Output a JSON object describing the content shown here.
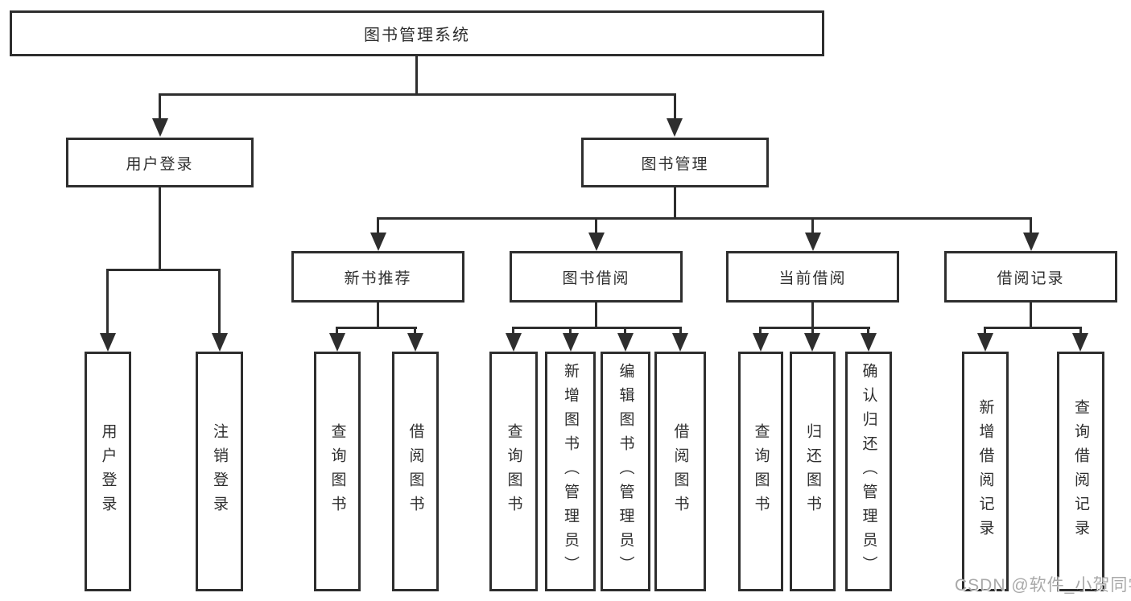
{
  "diagram_title": "图书管理系统",
  "nodes": {
    "root": "图书管理系统",
    "l2": [
      "用户登录",
      "图书管理"
    ],
    "l3": [
      "新书推荐",
      "图书借阅",
      "当前借阅",
      "借阅记录"
    ],
    "leaf_groups": [
      [
        "用户登录",
        "注销登录"
      ],
      [
        "查询图书",
        "借阅图书"
      ],
      [
        "查询图书",
        "新增图书（管理员）",
        "编辑图书（管理员）",
        "借阅图书"
      ],
      [
        "查询图书",
        "归还图书",
        "确认归还（管理员）"
      ],
      [
        "新增借阅记录",
        "查询借阅记录"
      ]
    ]
  },
  "watermark": "CSDN @软件_小贺同学",
  "colors": {
    "line": "#2e2e2e",
    "text": "#2e2e2e",
    "background": "#ffffff",
    "watermark": "#a9a9a9"
  }
}
